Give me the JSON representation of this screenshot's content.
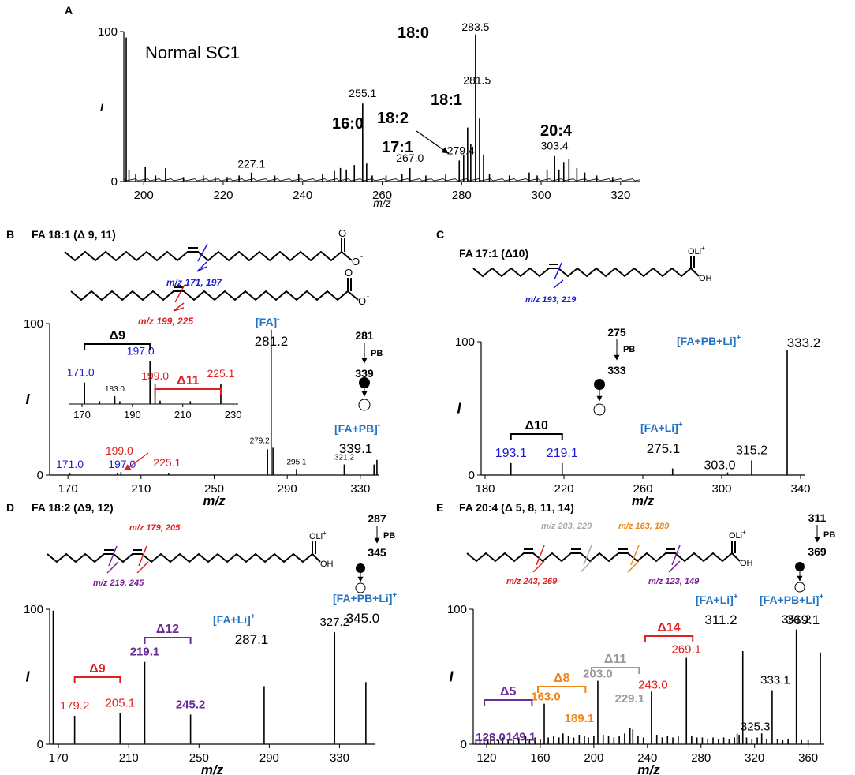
{
  "chart_data": [
    {
      "panel": "A",
      "type": "line",
      "annotation": "Normal SC1",
      "xlabel": "m/z",
      "ylabel": "I",
      "xlim": [
        195,
        325
      ],
      "ylim": [
        0,
        100
      ],
      "xticks": [
        200,
        220,
        240,
        260,
        280,
        300,
        320
      ],
      "yticks": [
        0,
        100
      ],
      "peaks": [
        {
          "x": 195.6,
          "y": 96
        },
        {
          "x": 196.3,
          "y": 8
        },
        {
          "x": 198.0,
          "y": 5
        },
        {
          "x": 200.4,
          "y": 10
        },
        {
          "x": 203.0,
          "y": 4
        },
        {
          "x": 205.5,
          "y": 9
        },
        {
          "x": 210.0,
          "y": 3
        },
        {
          "x": 215.0,
          "y": 4
        },
        {
          "x": 218.0,
          "y": 3
        },
        {
          "x": 221.0,
          "y": 3
        },
        {
          "x": 224.0,
          "y": 4
        },
        {
          "x": 227.1,
          "y": 6
        },
        {
          "x": 233.0,
          "y": 4
        },
        {
          "x": 239.0,
          "y": 5
        },
        {
          "x": 245.0,
          "y": 5
        },
        {
          "x": 248.0,
          "y": 7
        },
        {
          "x": 249.5,
          "y": 9
        },
        {
          "x": 251.0,
          "y": 8
        },
        {
          "x": 253.0,
          "y": 11
        },
        {
          "x": 255.1,
          "y": 52
        },
        {
          "x": 256.1,
          "y": 12
        },
        {
          "x": 257.5,
          "y": 4
        },
        {
          "x": 261.0,
          "y": 4
        },
        {
          "x": 265.0,
          "y": 5
        },
        {
          "x": 267.0,
          "y": 9
        },
        {
          "x": 271.0,
          "y": 4
        },
        {
          "x": 276.0,
          "y": 5
        },
        {
          "x": 279.4,
          "y": 14
        },
        {
          "x": 280.5,
          "y": 18
        },
        {
          "x": 281.5,
          "y": 36
        },
        {
          "x": 282.3,
          "y": 25
        },
        {
          "x": 283.5,
          "y": 98
        },
        {
          "x": 284.5,
          "y": 42
        },
        {
          "x": 285.5,
          "y": 18
        },
        {
          "x": 287.0,
          "y": 5
        },
        {
          "x": 292.0,
          "y": 4
        },
        {
          "x": 297.0,
          "y": 6
        },
        {
          "x": 299.0,
          "y": 4
        },
        {
          "x": 301.5,
          "y": 8
        },
        {
          "x": 303.4,
          "y": 17
        },
        {
          "x": 304.5,
          "y": 8
        },
        {
          "x": 305.7,
          "y": 13
        },
        {
          "x": 307.0,
          "y": 15
        },
        {
          "x": 309.0,
          "y": 9
        },
        {
          "x": 311.0,
          "y": 6
        },
        {
          "x": 314.0,
          "y": 4
        },
        {
          "x": 318.0,
          "y": 3
        }
      ],
      "labels": [
        {
          "x": 227.1,
          "y": 6,
          "text": "227.1"
        },
        {
          "x": 255.1,
          "y": 52,
          "name": "16:0",
          "text": "255.1"
        },
        {
          "x": 267.0,
          "y": 9,
          "name": "17:1",
          "text": "267.0"
        },
        {
          "x": 279.4,
          "y": 14,
          "name": "18:2",
          "text": "279.4"
        },
        {
          "x": 281.5,
          "y": 36,
          "name": "18:1",
          "text": "281.5"
        },
        {
          "x": 283.5,
          "y": 98,
          "name": "18:0",
          "text": "283.5"
        },
        {
          "x": 303.4,
          "y": 17,
          "name": "20:4",
          "text": "303.4"
        }
      ]
    },
    {
      "panel": "B",
      "type": "line",
      "title": "FA 18:1 (Δ 9, 11)",
      "xlabel": "m/z",
      "ylabel": "I",
      "xlim": [
        160,
        340
      ],
      "ylim": [
        0,
        100
      ],
      "xticks": [
        170,
        210,
        250,
        290,
        330
      ],
      "yticks": [
        0,
        100
      ],
      "structure_labels": [
        {
          "text": "m/z 171, 197",
          "color": "#1b1bd6"
        },
        {
          "text": "m/z 199, 225",
          "color": "#e02020"
        }
      ],
      "ion_labels": [
        {
          "text": "[FA]",
          "sup": "-",
          "mz": "281.2",
          "color": "#2474c6"
        },
        {
          "text": "[FA+PB]",
          "sup": "-",
          "mz": "339.1",
          "color": "#2474c6"
        }
      ],
      "scheme": {
        "precursor": "281",
        "reagent": "PB",
        "product": "339"
      },
      "peaks": [
        {
          "x": 171.0,
          "y": 1.5
        },
        {
          "x": 197.0,
          "y": 1.5
        },
        {
          "x": 199.0,
          "y": 2
        },
        {
          "x": 225.1,
          "y": 1.5
        },
        {
          "x": 279.2,
          "y": 17
        },
        {
          "x": 281.2,
          "y": 96
        },
        {
          "x": 282.2,
          "y": 18
        },
        {
          "x": 295.1,
          "y": 4
        },
        {
          "x": 321.2,
          "y": 7
        },
        {
          "x": 337.5,
          "y": 7
        },
        {
          "x": 339.1,
          "y": 10
        }
      ],
      "labels": [
        {
          "x": 171.0,
          "text": "171.0",
          "color": "#1b1bd6"
        },
        {
          "x": 197.0,
          "text": "197.0",
          "color": "#1b1bd6"
        },
        {
          "x": 199.0,
          "text": "199.0",
          "color": "#e02020"
        },
        {
          "x": 225.1,
          "text": "225.1",
          "color": "#e02020"
        },
        {
          "x": 279.2,
          "text": "279.2",
          "color": "#000000"
        },
        {
          "x": 295.1,
          "text": "295.1",
          "color": "#000000"
        },
        {
          "x": 321.2,
          "text": "321.2",
          "color": "#000000"
        }
      ],
      "inset": {
        "xlim": [
          165,
          232
        ],
        "xticks": [
          170,
          190,
          210,
          230
        ],
        "peaks": [
          {
            "x": 171.0,
            "y": 38
          },
          {
            "x": 177.0,
            "y": 5
          },
          {
            "x": 183.0,
            "y": 14
          },
          {
            "x": 185.0,
            "y": 5
          },
          {
            "x": 197.0,
            "y": 76
          },
          {
            "x": 199.0,
            "y": 35
          },
          {
            "x": 201.0,
            "y": 6
          },
          {
            "x": 213.0,
            "y": 5
          },
          {
            "x": 225.1,
            "y": 36
          }
        ],
        "labels": [
          {
            "x": 171.0,
            "text": "171.0",
            "color": "#1b1bd6"
          },
          {
            "x": 183.0,
            "text": "183.0",
            "color": "#000000"
          },
          {
            "x": 197.0,
            "text": "197.0",
            "color": "#1b1bd6"
          },
          {
            "x": 199.0,
            "text": "199.0",
            "color": "#e02020"
          },
          {
            "x": 225.1,
            "text": "225.1",
            "color": "#e02020"
          }
        ],
        "brackets": [
          {
            "text": "Δ9",
            "color": "#000000"
          },
          {
            "text": "Δ11",
            "color": "#e02020"
          }
        ]
      }
    },
    {
      "panel": "C",
      "type": "line",
      "title": "FA 17:1 (Δ10)",
      "xlabel": "m/z",
      "ylabel": "I",
      "xlim": [
        178,
        342
      ],
      "ylim": [
        0,
        100
      ],
      "xticks": [
        180,
        220,
        260,
        300,
        340
      ],
      "yticks": [
        0,
        100
      ],
      "structure_labels": [
        {
          "text": "m/z 193, 219",
          "color": "#1b1bd6"
        }
      ],
      "ion_labels": [
        {
          "text": "[FA+PB+Li]",
          "sup": "+",
          "mz": "333.2",
          "color": "#2474c6"
        },
        {
          "text": "[FA+Li]",
          "sup": "+",
          "mz": "275.1",
          "color": "#2474c6"
        }
      ],
      "scheme": {
        "precursor": "275",
        "reagent": "PB",
        "product": "333"
      },
      "peaks": [
        {
          "x": 193.1,
          "y": 9
        },
        {
          "x": 219.1,
          "y": 9
        },
        {
          "x": 275.1,
          "y": 5
        },
        {
          "x": 303.0,
          "y": 2
        },
        {
          "x": 315.2,
          "y": 11
        },
        {
          "x": 333.2,
          "y": 94
        }
      ],
      "labels": [
        {
          "x": 193.1,
          "text": "193.1",
          "color": "#1b1bd6"
        },
        {
          "x": 219.1,
          "text": "219.1",
          "color": "#1b1bd6"
        },
        {
          "x": 303.0,
          "text": "303.0",
          "color": "#000000"
        },
        {
          "x": 315.2,
          "text": "315.2",
          "color": "#000000"
        }
      ],
      "brackets": [
        {
          "text": "Δ10",
          "color": "#000000"
        }
      ]
    },
    {
      "panel": "D",
      "type": "line",
      "title": "FA 18:2 (Δ9, 12)",
      "xlabel": "m/z",
      "ylabel": "I",
      "xlim": [
        165,
        350
      ],
      "ylim": [
        0,
        100
      ],
      "xticks": [
        170,
        210,
        250,
        290,
        330
      ],
      "yticks": [
        0,
        100
      ],
      "structure_labels": [
        {
          "text": "m/z 179, 205",
          "color": "#e02020"
        },
        {
          "text": "m/z 219, 245",
          "color": "#7a1f8f"
        }
      ],
      "ion_labels": [
        {
          "text": "[FA+Li]",
          "sup": "+",
          "mz": "287.1",
          "color": "#2474c6"
        },
        {
          "text": "[FA+PB+Li]",
          "sup": "+",
          "mz": "345.0",
          "color": "#2474c6"
        }
      ],
      "scheme": {
        "precursor": "287",
        "reagent": "PB",
        "product": "345"
      },
      "peaks": [
        {
          "x": 167.0,
          "y": 99
        },
        {
          "x": 179.2,
          "y": 21
        },
        {
          "x": 205.1,
          "y": 23
        },
        {
          "x": 219.1,
          "y": 61
        },
        {
          "x": 245.2,
          "y": 22
        },
        {
          "x": 287.1,
          "y": 43
        },
        {
          "x": 327.2,
          "y": 83
        },
        {
          "x": 345.0,
          "y": 46
        }
      ],
      "labels": [
        {
          "x": 179.2,
          "text": "179.2",
          "color": "#e02020"
        },
        {
          "x": 205.1,
          "text": "205.1",
          "color": "#e02020"
        },
        {
          "x": 219.1,
          "text": "219.1",
          "color": "#6a2a9a"
        },
        {
          "x": 245.2,
          "text": "245.2",
          "color": "#6a2a9a"
        },
        {
          "x": 327.2,
          "text": "327.2",
          "color": "#000000"
        }
      ],
      "brackets": [
        {
          "text": "Δ9",
          "color": "#e02020"
        },
        {
          "text": "Δ12",
          "color": "#6a2a9a"
        }
      ]
    },
    {
      "panel": "E",
      "type": "line",
      "title": "FA 20:4 (Δ 5, 8, 11, 14)",
      "xlabel": "m/z",
      "ylabel": "I",
      "xlim": [
        110,
        372
      ],
      "ylim": [
        0,
        100
      ],
      "xticks": [
        120,
        160,
        200,
        240,
        280,
        320,
        360
      ],
      "yticks": [
        0,
        100
      ],
      "structure_labels": [
        {
          "text": "m/z 203, 229",
          "color": "#aaaaaa"
        },
        {
          "text": "m/z 163, 189",
          "color": "#f0851a"
        },
        {
          "text": "m/z 243, 269",
          "color": "#e02020"
        },
        {
          "text": "m/z 123, 149",
          "color": "#7a1f8f"
        }
      ],
      "ion_labels": [
        {
          "text": "[FA+Li]",
          "sup": "+",
          "mz": "311.2",
          "color": "#2474c6"
        },
        {
          "text": "[FA+PB+Li]",
          "sup": "+",
          "mz": "369.1",
          "color": "#2474c6"
        }
      ],
      "scheme": {
        "precursor": "311",
        "reagent": "PB",
        "product": "369"
      },
      "peaks": [
        {
          "x": 112,
          "y": 4
        },
        {
          "x": 115,
          "y": 3
        },
        {
          "x": 118,
          "y": 5
        },
        {
          "x": 121,
          "y": 4
        },
        {
          "x": 123.0,
          "y": 7
        },
        {
          "x": 126,
          "y": 4
        },
        {
          "x": 129,
          "y": 3
        },
        {
          "x": 132,
          "y": 5
        },
        {
          "x": 136,
          "y": 4
        },
        {
          "x": 140,
          "y": 3
        },
        {
          "x": 144,
          "y": 5
        },
        {
          "x": 149.1,
          "y": 6
        },
        {
          "x": 152,
          "y": 4
        },
        {
          "x": 156,
          "y": 5
        },
        {
          "x": 160,
          "y": 4
        },
        {
          "x": 163.0,
          "y": 30
        },
        {
          "x": 166,
          "y": 5
        },
        {
          "x": 170,
          "y": 6
        },
        {
          "x": 174,
          "y": 5
        },
        {
          "x": 177,
          "y": 8
        },
        {
          "x": 181,
          "y": 6
        },
        {
          "x": 185,
          "y": 5
        },
        {
          "x": 189.1,
          "y": 7
        },
        {
          "x": 193,
          "y": 6
        },
        {
          "x": 196,
          "y": 5
        },
        {
          "x": 200,
          "y": 6
        },
        {
          "x": 203.0,
          "y": 47
        },
        {
          "x": 207,
          "y": 7
        },
        {
          "x": 211,
          "y": 6
        },
        {
          "x": 215,
          "y": 5
        },
        {
          "x": 219,
          "y": 6
        },
        {
          "x": 223,
          "y": 8
        },
        {
          "x": 227,
          "y": 12
        },
        {
          "x": 229.1,
          "y": 11
        },
        {
          "x": 233,
          "y": 6
        },
        {
          "x": 237,
          "y": 5
        },
        {
          "x": 243.0,
          "y": 39
        },
        {
          "x": 247,
          "y": 7
        },
        {
          "x": 251,
          "y": 5
        },
        {
          "x": 255,
          "y": 6
        },
        {
          "x": 259,
          "y": 5
        },
        {
          "x": 263,
          "y": 6
        },
        {
          "x": 269.1,
          "y": 64
        },
        {
          "x": 273,
          "y": 6
        },
        {
          "x": 277,
          "y": 5
        },
        {
          "x": 281,
          "y": 5
        },
        {
          "x": 285,
          "y": 4
        },
        {
          "x": 289,
          "y": 5
        },
        {
          "x": 293,
          "y": 4
        },
        {
          "x": 297,
          "y": 5
        },
        {
          "x": 301,
          "y": 4
        },
        {
          "x": 305,
          "y": 5
        },
        {
          "x": 307.0,
          "y": 8
        },
        {
          "x": 308.5,
          "y": 7
        },
        {
          "x": 311.2,
          "y": 69
        },
        {
          "x": 314,
          "y": 5
        },
        {
          "x": 318,
          "y": 4
        },
        {
          "x": 322,
          "y": 5
        },
        {
          "x": 325.3,
          "y": 8
        },
        {
          "x": 329,
          "y": 4
        },
        {
          "x": 333.1,
          "y": 40
        },
        {
          "x": 337,
          "y": 4
        },
        {
          "x": 341,
          "y": 3
        },
        {
          "x": 345,
          "y": 4
        },
        {
          "x": 351.2,
          "y": 85
        },
        {
          "x": 355,
          "y": 3
        },
        {
          "x": 360,
          "y": 3
        },
        {
          "x": 369.1,
          "y": 68
        }
      ],
      "labels": [
        {
          "x": 123.0,
          "text": "123.0",
          "color": "#6a2a9a"
        },
        {
          "x": 149.1,
          "text": "149.1",
          "color": "#6a2a9a"
        },
        {
          "x": 163.0,
          "text": "163.0",
          "color": "#f0851a"
        },
        {
          "x": 189.1,
          "text": "189.1",
          "color": "#f0851a"
        },
        {
          "x": 203.0,
          "text": "203.0",
          "color": "#9a9a9a"
        },
        {
          "x": 229.1,
          "text": "229.1",
          "color": "#9a9a9a"
        },
        {
          "x": 243.0,
          "text": "243.0",
          "color": "#e02020"
        },
        {
          "x": 269.1,
          "text": "269.1",
          "color": "#e02020"
        },
        {
          "x": 325.3,
          "text": "325.3",
          "color": "#000000"
        },
        {
          "x": 333.1,
          "text": "333.1",
          "color": "#000000"
        },
        {
          "x": 351.2,
          "text": "351.2",
          "color": "#000000"
        }
      ],
      "brackets": [
        {
          "text": "Δ5",
          "color": "#6a2a9a"
        },
        {
          "text": "Δ8",
          "color": "#f0851a"
        },
        {
          "text": "Δ11",
          "color": "#9a9a9a"
        },
        {
          "text": "Δ14",
          "color": "#e02020"
        }
      ]
    }
  ]
}
